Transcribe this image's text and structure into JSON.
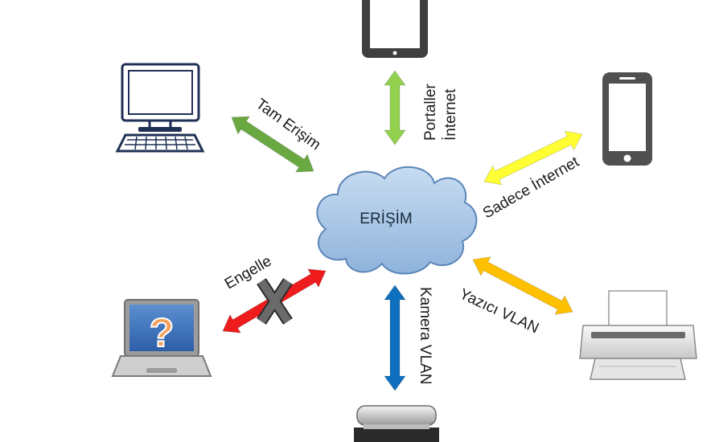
{
  "center": {
    "label": "ERİŞİM"
  },
  "links": {
    "desktop": {
      "label": "Tam Erişim",
      "color": "#6aa842"
    },
    "tablet": {
      "label_line1": "Portaller",
      "label_line2": "İnternet",
      "color": "#92d050"
    },
    "phone": {
      "label": "Sadece İnternet",
      "color": "#ffff33"
    },
    "printer": {
      "label": "Yazıcı VLAN",
      "color": "#ffc000"
    },
    "camera": {
      "label": "Kamera VLAN",
      "color": "#0e6fbe"
    },
    "laptop": {
      "label": "Engelle",
      "color": "#ee1c1c"
    }
  },
  "devices": {
    "desktop": {
      "icon": "desktop-computer-icon"
    },
    "tablet": {
      "icon": "tablet-icon"
    },
    "phone": {
      "icon": "smartphone-icon"
    },
    "printer": {
      "icon": "printer-icon"
    },
    "camera": {
      "icon": "dome-camera-icon"
    },
    "laptop": {
      "icon": "laptop-unknown-icon",
      "symbol": "?"
    }
  }
}
